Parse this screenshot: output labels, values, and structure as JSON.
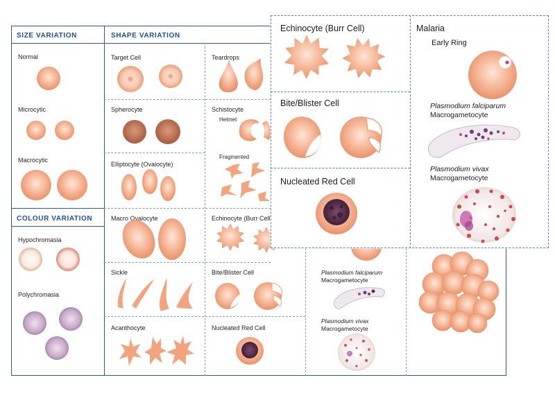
{
  "sections": {
    "size_variation": "SIZE VARIATION",
    "shape_variation": "SHAPE VARIATION",
    "colour_variation": "COLOUR VARIATION"
  },
  "size": {
    "normal": "Normal",
    "microcytic": "Microcytic",
    "macrocytic": "Macrocytic"
  },
  "colour": {
    "hypochromasia": "Hypochromasia",
    "polychromasia": "Polychromasia"
  },
  "shape": {
    "target_cell": "Target Cell",
    "spherocyte": "Spherocyte",
    "elliptocyte": "Elliptocyte (Ovalocyte)",
    "macro_ovalocyte": "Macro Ovalocyte",
    "sickle": "Sickle",
    "acanthocyte": "Acanthocyte",
    "teardrops": "Teardrops",
    "schistocyte": "Schistocyte",
    "helmet": "Helmet",
    "fragmented": "Fragmented",
    "echinocyte": "Echinocyte (Burr Cell)",
    "bite_blister": "Bite/Blister Cell",
    "nucleated": "Nucleated Red Cell"
  },
  "malaria_small": {
    "falciparum_species": "Plasmodium falciparum",
    "falciparum_stage": "Macrogametocyte",
    "vivax_species": "Plasmodium vivax",
    "vivax_stage": "Macrogametocyte"
  },
  "zoom": {
    "echinocyte": "Echinocyte (Burr Cell)",
    "bite_blister": "Bite/Blister Cell",
    "nucleated": "Nucleated Red Cell",
    "malaria": "Malaria",
    "early_ring": "Early Ring",
    "falciparum_species": "Plasmodium falciparum",
    "falciparum_stage": "Macrogametocyte",
    "vivax_species": "Plasmodium vivax",
    "vivax_stage": "Macrogametocyte"
  },
  "colors": {
    "frame_blue": "#2a5a9a",
    "header_blue": "#1f4f8f",
    "cell_peach": "#f2a47e",
    "cell_dark": "#b86a4a",
    "nucleus": "#5a2a4a"
  }
}
